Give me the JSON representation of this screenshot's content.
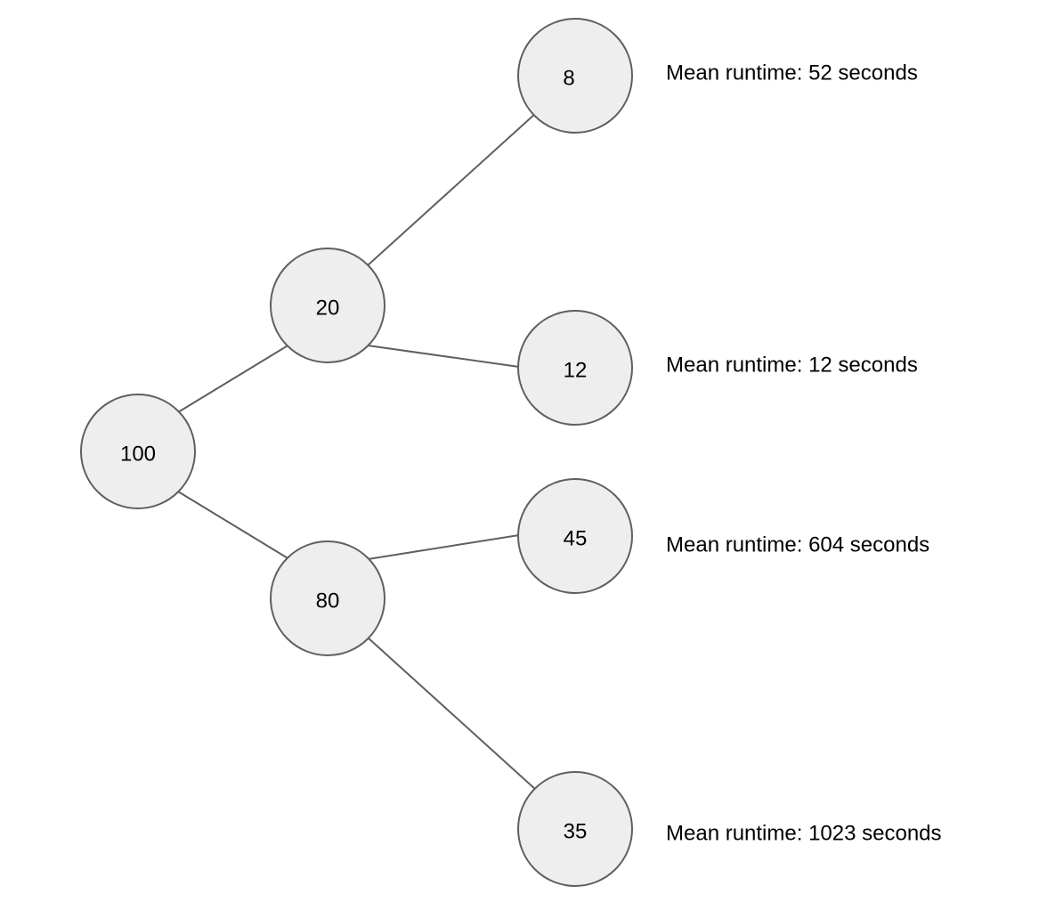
{
  "tree": {
    "root": {
      "value": "100"
    },
    "level1": [
      {
        "id": "n20",
        "value": "20"
      },
      {
        "id": "n80",
        "value": "80"
      }
    ],
    "leaves": [
      {
        "id": "n8",
        "value": "8",
        "parent": "n20",
        "runtime": "Mean runtime: 52 seconds"
      },
      {
        "id": "n12",
        "value": "12",
        "parent": "n20",
        "runtime": "Mean runtime: 12 seconds"
      },
      {
        "id": "n45",
        "value": "45",
        "parent": "n80",
        "runtime": "Mean runtime: 604 seconds"
      },
      {
        "id": "n35",
        "value": "35",
        "parent": "n80",
        "runtime": "Mean runtime: 1023 seconds"
      }
    ],
    "colors": {
      "node_fill": "#eeeeee",
      "stroke": "#5f5f5f",
      "text": "#000000"
    }
  }
}
